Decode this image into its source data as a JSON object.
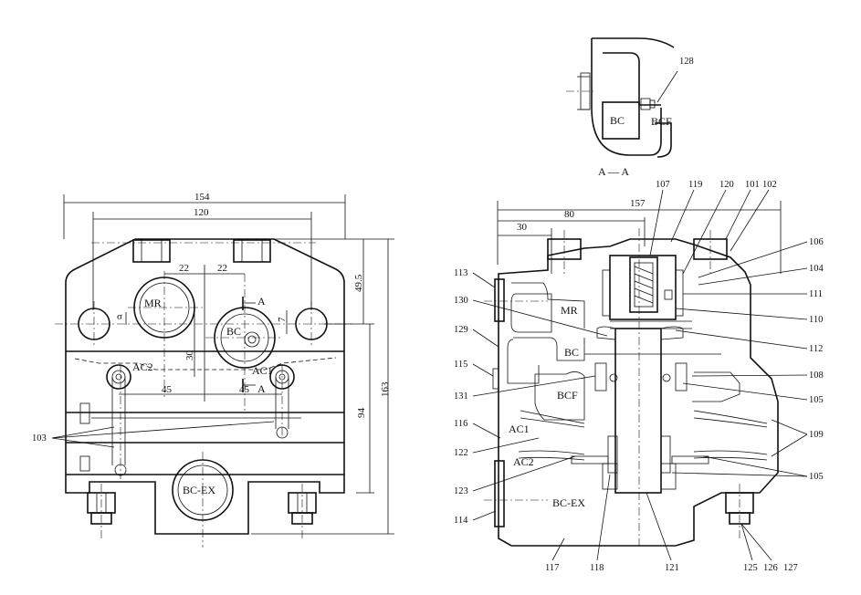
{
  "section_view": {
    "title": "A — A",
    "callout": "128",
    "ports": {
      "bc": "BC",
      "bcf": "BCF"
    }
  },
  "front_view": {
    "dimensions": {
      "overall_width": "154",
      "bolt_spacing": "120",
      "port_offset_left": "22",
      "port_offset_right": "22",
      "vertical_30": "30",
      "sigma": "σ",
      "seven": "7",
      "left_45": "45",
      "right_45": "45",
      "top_49_5": "49.5",
      "height_94": "94",
      "height_163": "163",
      "section_mark_top": "A",
      "section_mark_bottom": "A"
    },
    "ports": {
      "mr": "MR",
      "bc": "BC",
      "ac1": "AC1",
      "ac2": "AC2",
      "bc_ex": "BC-EX"
    },
    "callouts": [
      "103"
    ]
  },
  "side_view": {
    "dimensions": {
      "overall": "157",
      "mid": "80",
      "left": "30"
    },
    "ports": {
      "mr": "MR",
      "bc": "BC",
      "bcf": "BCF",
      "ac1": "AC1",
      "ac2": "AC2",
      "bc_ex": "BC-EX"
    },
    "callouts": {
      "c107": "107",
      "c119": "119",
      "c120": "120",
      "c101": "101",
      "c102": "102",
      "c106": "106",
      "c104": "104",
      "c111": "111",
      "c110": "110",
      "c112": "112",
      "c108": "108",
      "c105a": "105",
      "c109": "109",
      "c105b": "105",
      "c113": "113",
      "c130": "130",
      "c129": "129",
      "c115": "115",
      "c131": "131",
      "c116": "116",
      "c122": "122",
      "c123": "123",
      "c114": "114",
      "c117": "117",
      "c118": "118",
      "c121": "121",
      "c125": "125",
      "c126": "126",
      "c127": "127"
    }
  }
}
